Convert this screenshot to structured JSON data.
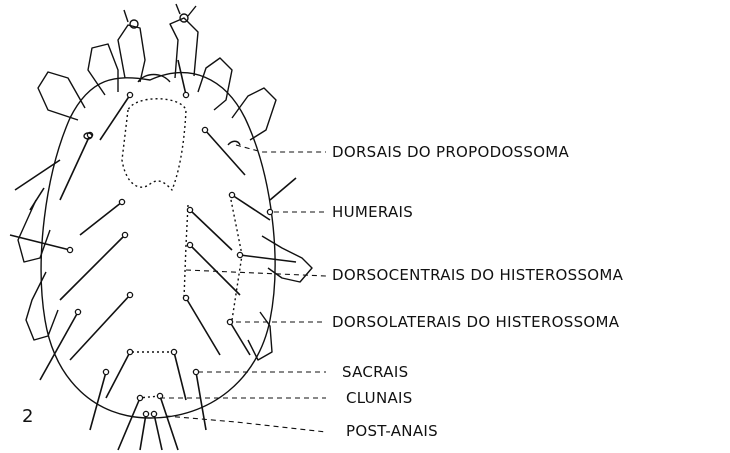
{
  "figure": {
    "number": "2",
    "labels": [
      "DORSAIS DO PROPODOSSOMA",
      "HUMERAIS",
      "DORSOCENTRAIS DO HISTEROSSOMA",
      "DORSOLATERAIS DO HISTEROSSOMA",
      "SACRAIS",
      "CLUNAIS",
      "POST-ANAIS"
    ]
  }
}
